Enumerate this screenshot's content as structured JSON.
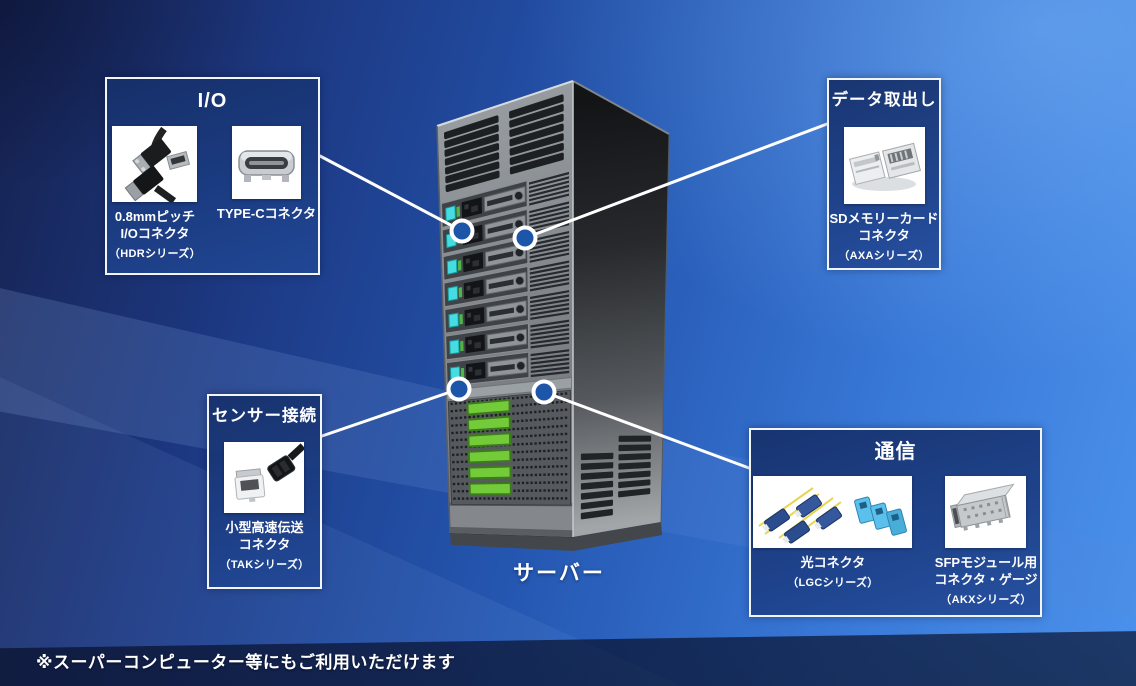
{
  "canvas": {
    "server_label": "サーバー",
    "footnote": "※スーパーコンピューター等にもご利用いただけます"
  },
  "callouts": {
    "io": {
      "title": "I/O",
      "products": [
        {
          "name": "0.8mmピッチ\nI/Oコネクタ",
          "series": "（HDRシリーズ）",
          "photo": "hdr-io-connectors"
        },
        {
          "name": "TYPE-Cコネクタ",
          "series": "",
          "photo": "type-c-connector"
        }
      ]
    },
    "data_readout": {
      "title": "データ取出し",
      "products": [
        {
          "name": "SDメモリーカード\nコネクタ",
          "series": "（AXAシリーズ）",
          "photo": "sd-memory-card-connector"
        }
      ]
    },
    "sensor": {
      "title": "センサー接続",
      "products": [
        {
          "name": "小型高速伝送\nコネクタ",
          "series": "（TAKシリーズ）",
          "photo": "small-high-speed-connector"
        }
      ]
    },
    "communication": {
      "title": "通信",
      "products": [
        {
          "name": "光コネクタ",
          "series": "（LGCシリーズ）",
          "photo": "optical-connector"
        },
        {
          "name": "SFPモジュール用\nコネクタ・ゲージ",
          "series": "（AKXシリーズ）",
          "photo": "sfp-module-connector-cage"
        }
      ]
    }
  },
  "colors": {
    "point_blue": "#1d55a8",
    "line_white": "#ffffff",
    "led_cyan": "#46dde2",
    "bar_green": "#74cb3a",
    "box_border": "#f2f5f8"
  }
}
